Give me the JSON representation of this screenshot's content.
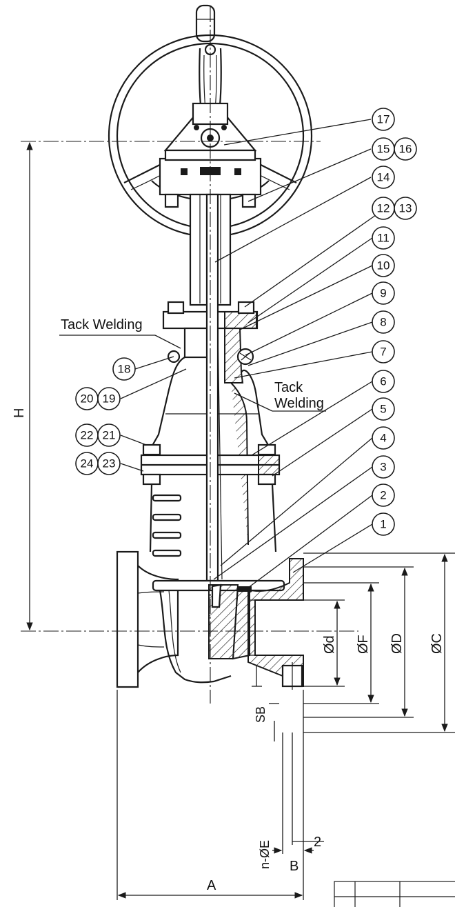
{
  "part_numbers": {
    "p1": "1",
    "p2": "2",
    "p3": "3",
    "p4": "4",
    "p5": "5",
    "p6": "6",
    "p7": "7",
    "p8": "8",
    "p9": "9",
    "p10": "10",
    "p11": "11",
    "p12": "12",
    "p13": "13",
    "p14": "14",
    "p15": "15",
    "p16": "16",
    "p17": "17",
    "p18": "18",
    "p19": "19",
    "p20": "20",
    "p21": "21",
    "p22": "22",
    "p23": "23",
    "p24": "24"
  },
  "annotations": {
    "tack_welding_left": "Tack Welding",
    "tack_welding_right_line1": "Tack",
    "tack_welding_right_line2": "Welding"
  },
  "dimensions": {
    "H": "H",
    "A": "A",
    "B": "B",
    "two": "2",
    "d": "Ød",
    "F": "ØF",
    "D": "ØD",
    "C": "ØC",
    "SB": "SB",
    "nE": "n-ØE"
  }
}
